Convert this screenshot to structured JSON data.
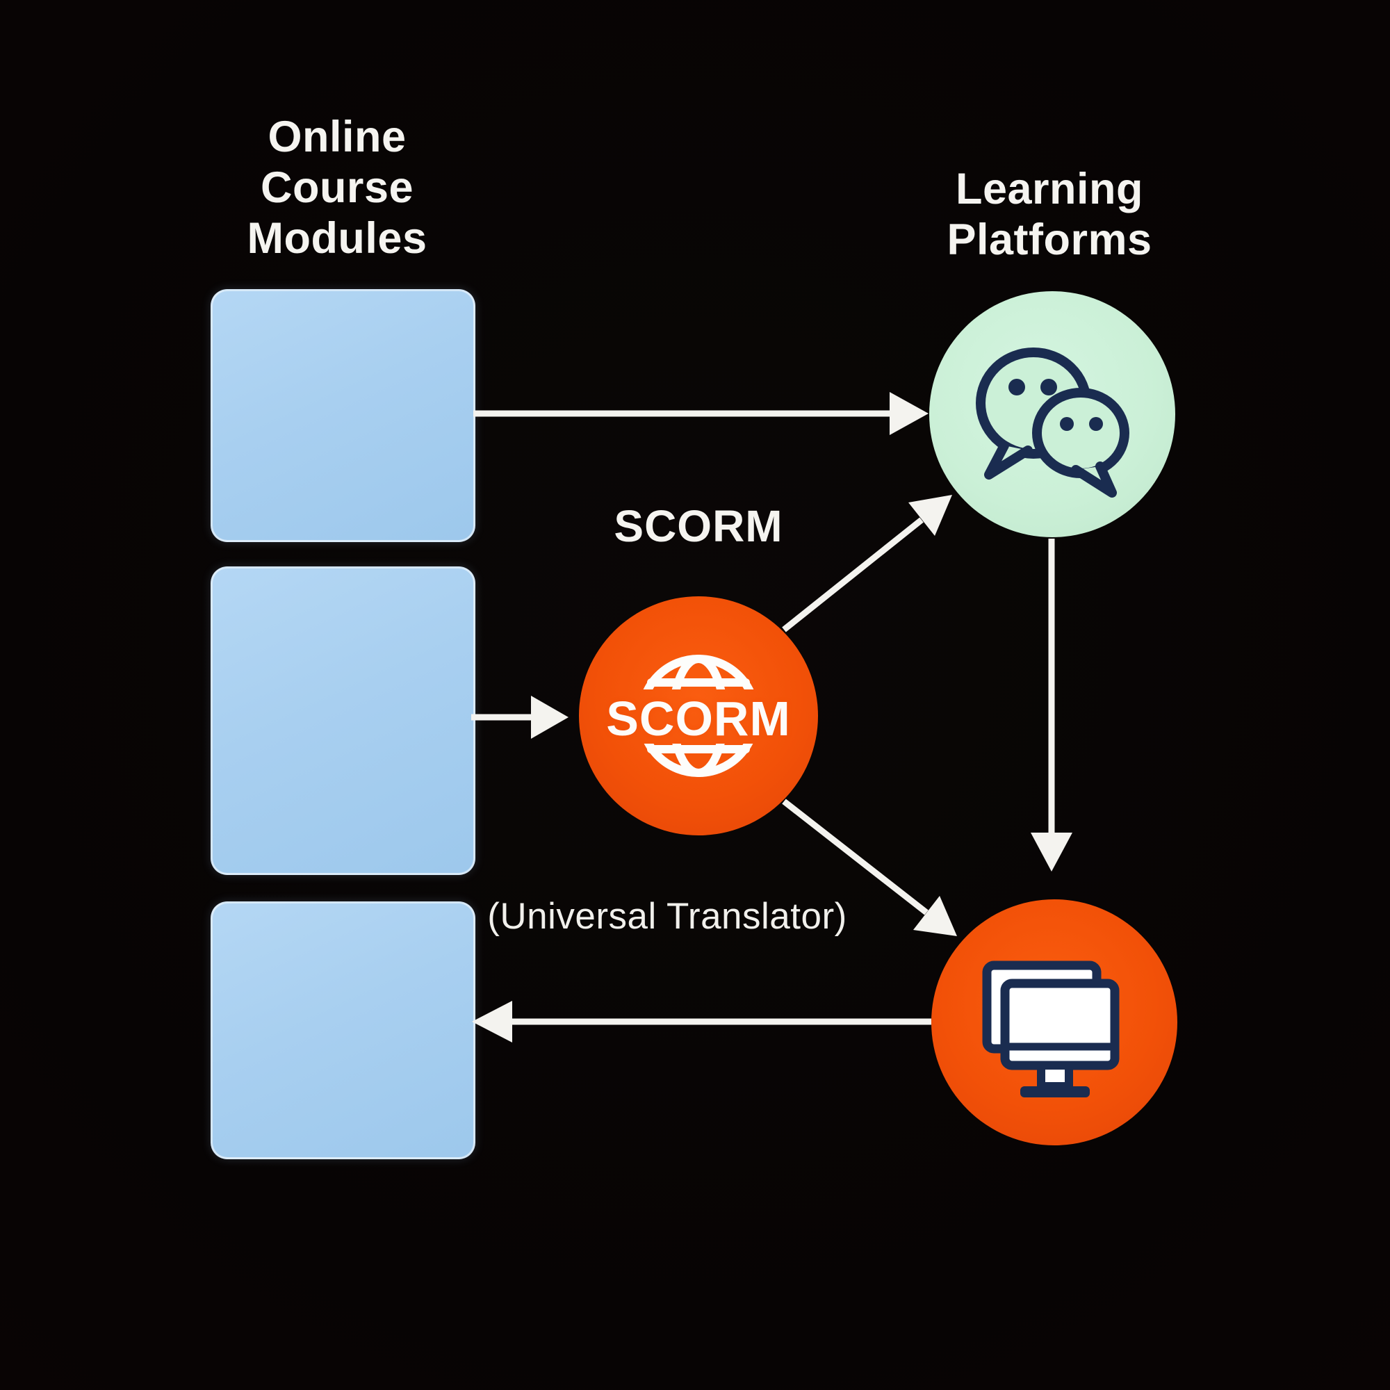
{
  "diagram": {
    "left_column": {
      "title": {
        "line1": "Online",
        "line2": "Course",
        "line3": "Modules"
      },
      "modules": [
        {
          "name": "course-module-1"
        },
        {
          "name": "course-module-2"
        },
        {
          "name": "course-module-3"
        }
      ]
    },
    "center": {
      "scorm_heading": "SCORM",
      "scorm_circle_text": "SCORM",
      "subtitle": "(Universal Translator)",
      "icon": "globe-icon"
    },
    "right_column": {
      "title": {
        "line1": "Learning",
        "line2": "Platforms"
      },
      "platforms": [
        {
          "icon": "chat-bubbles-icon"
        },
        {
          "icon": "computer-monitor-icon"
        }
      ]
    },
    "arrows": [
      {
        "name": "arrow-module1-to-chat-platform",
        "from": "course-module-1",
        "to": "chat-platform"
      },
      {
        "name": "arrow-module2-to-scorm",
        "from": "course-module-2",
        "to": "scorm"
      },
      {
        "name": "arrow-scorm-to-chat-platform",
        "from": "scorm",
        "to": "chat-platform"
      },
      {
        "name": "arrow-scorm-to-lms-platform",
        "from": "scorm",
        "to": "lms-platform"
      },
      {
        "name": "arrow-chat-platform-to-lms-platform",
        "from": "chat-platform",
        "to": "lms-platform"
      },
      {
        "name": "arrow-lms-platform-to-module3",
        "from": "lms-platform",
        "to": "course-module-3"
      }
    ],
    "colors": {
      "background": "#080505",
      "module_blue": "#a8cff0",
      "scorm_orange": "#f25108",
      "platform_green": "#cbf0d7",
      "icon_navy": "#1a2c50",
      "arrow_white": "#f4f3ef",
      "text_white": "#f5f4f0"
    }
  }
}
